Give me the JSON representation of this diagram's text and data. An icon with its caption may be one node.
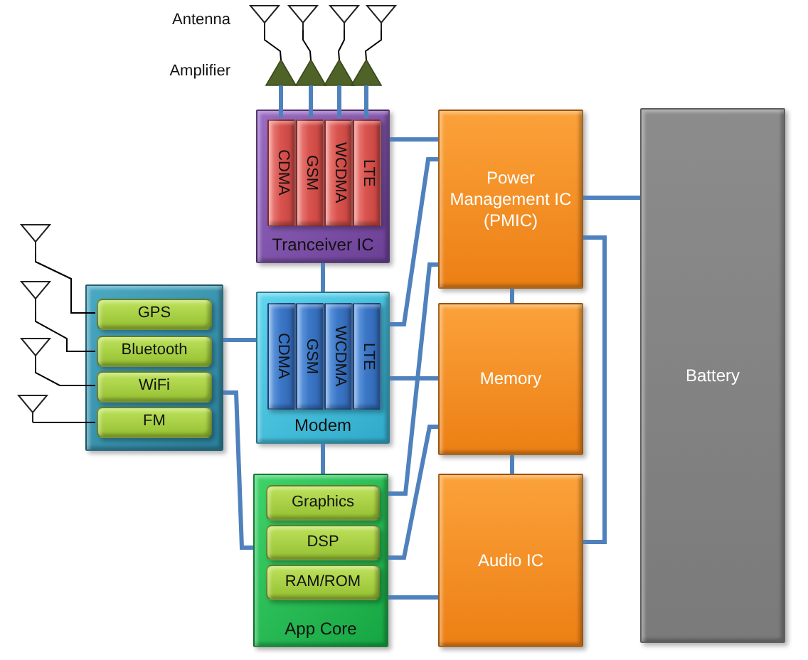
{
  "diagram": {
    "nodes": [
      {
        "text": [],
        "shape": "antenna"
      },
      {
        "text": [],
        "shape": "antenna"
      },
      {
        "text": [],
        "shape": "antenna"
      },
      {
        "text": [],
        "shape": "antenna"
      },
      {
        "text": [],
        "shape": "triangle"
      },
      {
        "text": [],
        "shape": "triangle"
      },
      {
        "text": [],
        "shape": "triangle"
      },
      {
        "text": [],
        "shape": "triangle"
      },
      {
        "text": [
          "Tranceiver IC"
        ]
      },
      {
        "text": [
          "CDMA"
        ],
        "in": 8
      },
      {
        "text": [
          "GSM"
        ],
        "in": 8
      },
      {
        "text": [
          "WCDMA"
        ],
        "in": 8
      },
      {
        "text": [
          "LTE"
        ],
        "in": 8
      },
      {
        "text": [],
        "shape": "box"
      },
      {
        "text": [
          "GPS"
        ],
        "in": 13
      },
      {
        "text": [
          "Bluetooth"
        ],
        "in": 13
      },
      {
        "text": [
          "WiFi"
        ],
        "in": 13
      },
      {
        "text": [
          "FM"
        ],
        "in": 13
      },
      {
        "text": [],
        "shape": "antenna"
      },
      {
        "text": [],
        "shape": "antenna"
      },
      {
        "text": [],
        "shape": "antenna"
      },
      {
        "text": [],
        "shape": "antenna"
      },
      {
        "text": [
          "Modem"
        ]
      },
      {
        "text": [
          "CDMA"
        ],
        "in": 22
      },
      {
        "text": [
          "GSM"
        ],
        "in": 22
      },
      {
        "text": [
          "WCDMA"
        ],
        "in": 22
      },
      {
        "text": [
          "LTE"
        ],
        "in": 22
      },
      {
        "text": [
          "App Core"
        ]
      },
      {
        "text": [
          "Graphics"
        ],
        "in": 27
      },
      {
        "text": [
          "DSP"
        ],
        "in": 27
      },
      {
        "text": [
          "RAM/ROM"
        ],
        "in": 27
      },
      {
        "text": [
          "Power Management IC (PMIC)"
        ]
      },
      {
        "text": [
          "Memory"
        ]
      },
      {
        "text": [
          "Audio IC"
        ]
      },
      {
        "text": [
          "Battery"
        ]
      }
    ],
    "edges": [
      {
        "from": 0,
        "to": 4,
        "arrow": "none",
        "color": "#000000"
      },
      {
        "from": 1,
        "to": 5,
        "arrow": "none",
        "color": "#000000"
      },
      {
        "from": 2,
        "to": 6,
        "arrow": "none",
        "color": "#000000"
      },
      {
        "from": 3,
        "to": 7,
        "arrow": "none",
        "color": "#000000"
      },
      {
        "from": 4,
        "to": 9,
        "arrow": "none"
      },
      {
        "from": 5,
        "to": 10,
        "arrow": "none"
      },
      {
        "from": 6,
        "to": 11,
        "arrow": "none"
      },
      {
        "from": 7,
        "to": 12,
        "arrow": "none"
      },
      {
        "from": 8,
        "to": 31,
        "arrow": "none"
      },
      {
        "from": 8,
        "to": 22,
        "arrow": "none"
      },
      {
        "from": 18,
        "to": 14,
        "arrow": "none",
        "color": "#000000"
      },
      {
        "from": 19,
        "to": 15,
        "arrow": "none",
        "color": "#000000"
      },
      {
        "from": 20,
        "to": 16,
        "arrow": "none",
        "color": "#000000"
      },
      {
        "from": 21,
        "to": 17,
        "arrow": "none",
        "color": "#000000"
      },
      {
        "from": 13,
        "to": 22,
        "arrow": "none"
      },
      {
        "from": 13,
        "to": 27,
        "arrow": "none"
      },
      {
        "from": 22,
        "to": 27,
        "arrow": "none"
      },
      {
        "from": 22,
        "to": 31,
        "arrow": "none"
      },
      {
        "from": 22,
        "to": 32,
        "arrow": "none"
      },
      {
        "from": 27,
        "to": 31,
        "arrow": "none"
      },
      {
        "from": 27,
        "to": 32,
        "arrow": "none"
      },
      {
        "from": 27,
        "to": 33,
        "arrow": "none"
      },
      {
        "from": 31,
        "to": 32,
        "arrow": "none"
      },
      {
        "from": 32,
        "to": 33,
        "arrow": "none"
      },
      {
        "from": 31,
        "to": 34,
        "arrow": "none"
      },
      {
        "from": 31,
        "to": 33,
        "arrow": "none"
      }
    ],
    "labels": [
      "Antenna",
      "Amplifier"
    ]
  }
}
